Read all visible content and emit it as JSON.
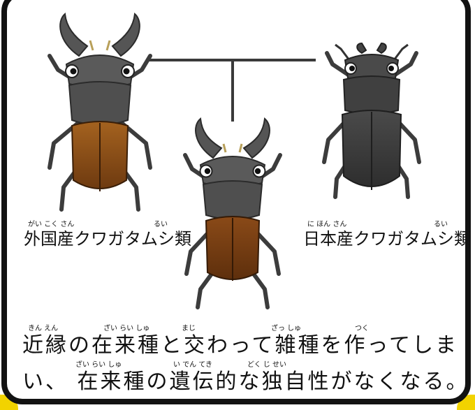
{
  "labels": {
    "foreign": "外国産クワガタムシ類",
    "japan": "日本産クワガタムシ類"
  },
  "furigana": {
    "foreign": "がい こく さん",
    "foreign_rui": "るい",
    "japan": "に ほん さん",
    "japan_rui": "るい",
    "line1": [
      "きん えん",
      "ざい らい しゅ",
      "まじ",
      "ざっ しゅ",
      "つく"
    ],
    "line2": [
      "ざい らい しゅ",
      "い でん てき",
      "どく じ せい"
    ]
  },
  "caption": {
    "line1": "近縁の在来種と交わって雑種を作ってしま",
    "line2": "い、 在来種の遺伝的な独自性がなくなる。"
  },
  "colors": {
    "border": "#121212",
    "accent_yellow": "#f2d300",
    "beetle_body_gray": "#5a5a5a",
    "beetle_elytra_brown": "#8a4e1a",
    "beetle_japan_black": "#3a3a3a"
  }
}
